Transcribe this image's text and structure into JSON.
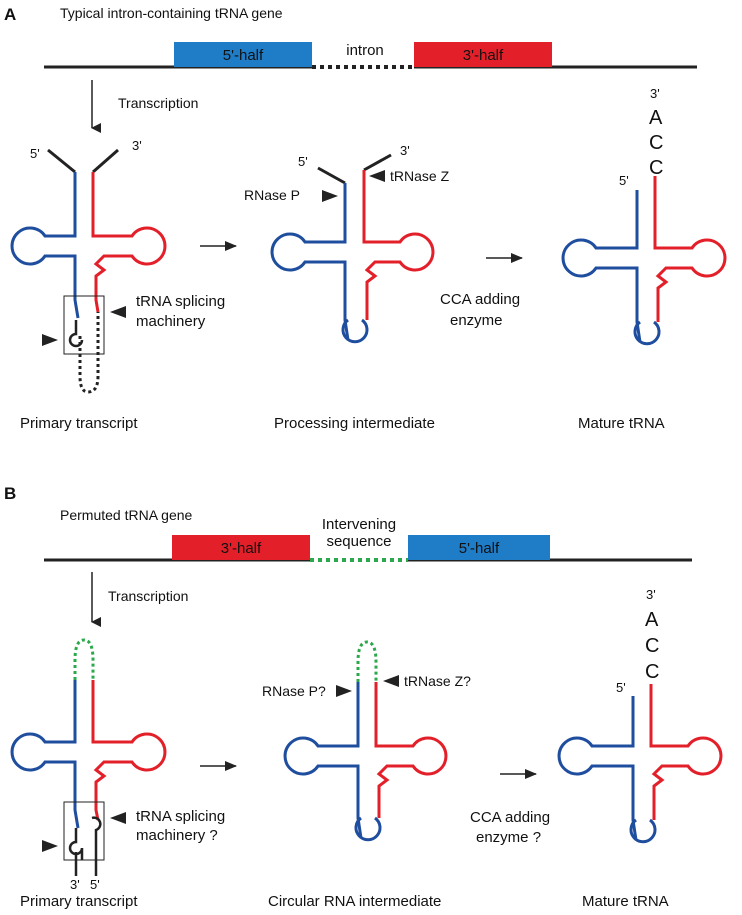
{
  "panelA": {
    "letter": "A",
    "title": "Typical intron-containing tRNA gene",
    "five_half": "5'-half",
    "intron": "intron",
    "three_half": "3'-half",
    "transcription": "Transcription",
    "primary": {
      "five_label": "5'",
      "three_label": "3'",
      "splicing_line1": "tRNA splicing",
      "splicing_line2": "machinery",
      "caption": "Primary transcript"
    },
    "intermediate": {
      "five_label": "5'",
      "three_label": "3'",
      "rnase_p": "RNase P",
      "trnase_z": "tRNase Z",
      "caption": "Processing intermediate"
    },
    "cca_line1": "CCA adding",
    "cca_line2": "enzyme",
    "mature": {
      "three_label": "3'",
      "five_label": "5'",
      "cca_a": "A",
      "cca_c1": "C",
      "cca_c2": "C",
      "caption": "Mature tRNA"
    }
  },
  "panelB": {
    "letter": "B",
    "title": "Permuted tRNA gene",
    "three_half": "3'-half",
    "intervening_line1": "Intervening",
    "intervening_line2": "sequence",
    "five_half": "5'-half",
    "transcription": "Transcription",
    "primary": {
      "splicing_line1": "tRNA splicing",
      "splicing_line2": "machinery ?",
      "end3": "3'",
      "end5": "5'",
      "caption": "Primary transcript"
    },
    "intermediate": {
      "rnase_p": "RNase P?",
      "trnase_z": "tRNase Z?",
      "caption": "Circular RNA intermediate"
    },
    "cca_line1": "CCA adding",
    "cca_line2": "enzyme ?",
    "mature": {
      "three_label": "3'",
      "five_label": "5'",
      "cca_a": "A",
      "cca_c1": "C",
      "cca_c2": "C",
      "caption": "Mature tRNA"
    }
  },
  "colors": {
    "five_half": "#1f7cc7",
    "three_half": "#e3202a",
    "strand_blue": "#1f4e9e",
    "strand_red": "#e3202a",
    "intervening": "#2aa84a",
    "intron": "#222222"
  }
}
